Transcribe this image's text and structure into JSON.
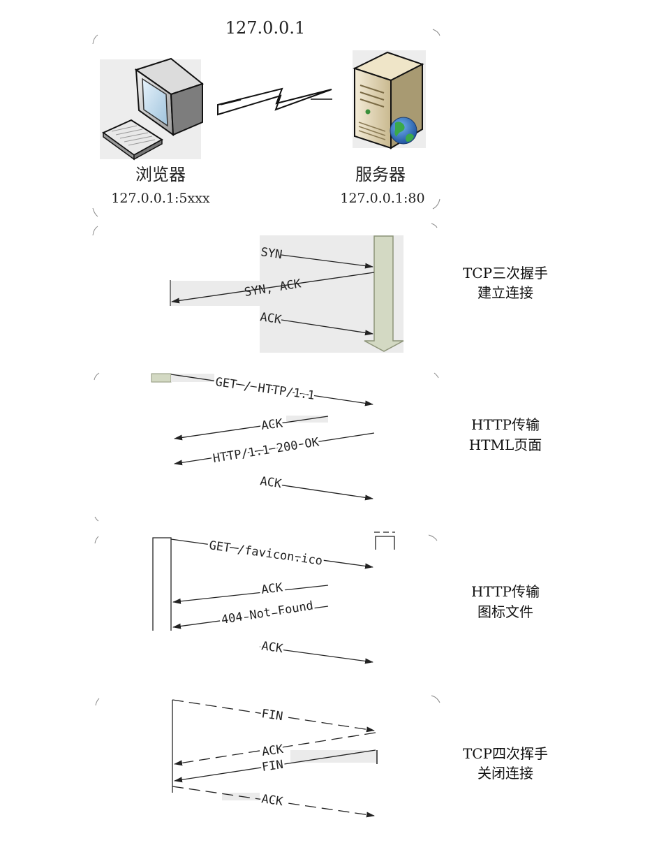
{
  "top": {
    "ip": "127.0.0.1",
    "client": {
      "name": "浏览器",
      "addr": "127.0.0.1:5xxx"
    },
    "server": {
      "name": "服务器",
      "addr": "127.0.0.1:80"
    }
  },
  "sections": [
    {
      "id": "handshake",
      "side": [
        "TCP三次握手",
        "建立连接"
      ],
      "messages": [
        {
          "label": "SYN",
          "dir": "c2s"
        },
        {
          "label": "SYN, ACK",
          "dir": "s2c"
        },
        {
          "label": "ACK",
          "dir": "c2s"
        }
      ]
    },
    {
      "id": "html",
      "side": [
        "HTTP传输",
        "HTML页面"
      ],
      "messages": [
        {
          "label": "GET / HTTP/1.1",
          "dir": "c2s"
        },
        {
          "label": "ACK",
          "dir": "s2c"
        },
        {
          "label": "HTTP/1.1 200 OK",
          "dir": "s2c"
        },
        {
          "label": "ACK",
          "dir": "c2s"
        }
      ]
    },
    {
      "id": "favicon",
      "side": [
        "HTTP传输",
        "图标文件"
      ],
      "messages": [
        {
          "label": "GET /favicon.ico",
          "dir": "c2s"
        },
        {
          "label": "ACK",
          "dir": "s2c"
        },
        {
          "label": "404 Not Found",
          "dir": "s2c"
        },
        {
          "label": "ACK",
          "dir": "c2s"
        }
      ]
    },
    {
      "id": "close",
      "side": [
        "TCP四次挥手",
        "关闭连接"
      ],
      "messages": [
        {
          "label": "FIN",
          "dir": "c2s"
        },
        {
          "label": "ACK",
          "dir": "s2c"
        },
        {
          "label": "FIN",
          "dir": "s2c"
        },
        {
          "label": "ACK",
          "dir": "c2s"
        }
      ]
    }
  ],
  "colors": {
    "line": "#222222",
    "panel": "#ebebeb",
    "server_bar": "#d3d9c3"
  }
}
